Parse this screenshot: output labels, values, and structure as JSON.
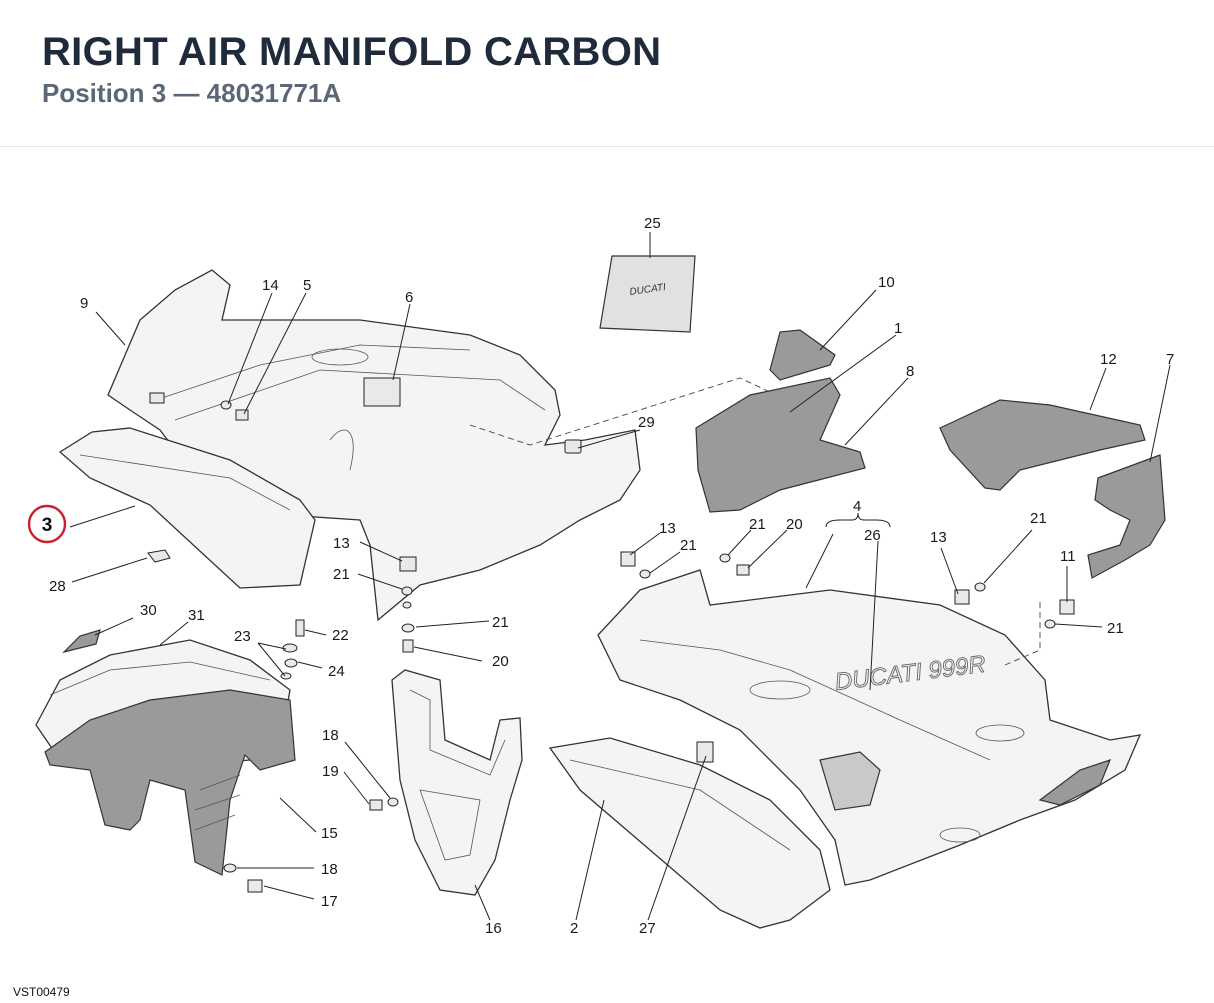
{
  "header": {
    "title": "RIGHT AIR MANIFOLD CARBON",
    "subtitle": "Position 3 — 48031771A"
  },
  "highlight": {
    "position_label": "3",
    "color": "#cc1f2d"
  },
  "callouts": {
    "c1": "1",
    "c2": "2",
    "c4": "4",
    "c5": "5",
    "c6": "6",
    "c7": "7",
    "c8": "8",
    "c9": "9",
    "c10": "10",
    "c11": "11",
    "c12": "12",
    "c13a": "13",
    "c13b": "13",
    "c13c": "13",
    "c14": "14",
    "c15": "15",
    "c16": "16",
    "c17": "17",
    "c18a": "18",
    "c18b": "18",
    "c19": "19",
    "c20a": "20",
    "c20b": "20",
    "c21a": "21",
    "c21b": "21",
    "c21c": "21",
    "c21d": "21",
    "c21e": "21",
    "c21f": "21",
    "c22": "22",
    "c23": "23",
    "c24": "24",
    "c25": "25",
    "c26": "26",
    "c27": "27",
    "c28": "28",
    "c29": "29",
    "c30": "30",
    "c31": "31"
  },
  "fairing_logo": "DUCATI 999R",
  "decal_logo": "DUCATI",
  "footer": {
    "code": "VST00479"
  }
}
